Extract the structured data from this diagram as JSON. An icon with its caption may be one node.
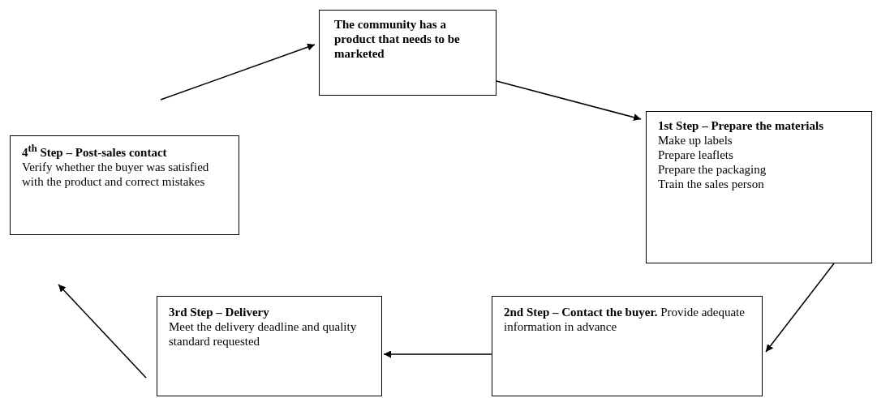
{
  "diagram": {
    "nodes": [
      {
        "text": [
          "The community has a product that needs to be marketed"
        ]
      },
      {
        "text": [
          "1st Step – Prepare the materials",
          "Make up labels",
          "Prepare leaflets",
          "Prepare the packaging",
          "Train the sales person"
        ]
      },
      {
        "text": [
          "**2nd Step – Contact the buyer.** Provide adequate information in advance"
        ]
      },
      {
        "text": [
          "3rd Step – Delivery",
          "Meet the delivery deadline and quality standard requested"
        ]
      },
      {
        "text": [
          "4$^{th}$ Step – Post-sales contact",
          "Verify whether the buyer was satisfied with the product and correct mistakes"
        ]
      }
    ],
    "edges": [
      {
        "from": 0,
        "to": 1,
        "arrow": "to"
      },
      {
        "from": 1,
        "to": 2,
        "arrow": "to"
      },
      {
        "from": 2,
        "to": 3,
        "arrow": "to"
      },
      {
        "from": 3,
        "to": 4,
        "arrow": "to"
      },
      {
        "from": 4,
        "to": 0,
        "arrow": "to"
      }
    ]
  }
}
